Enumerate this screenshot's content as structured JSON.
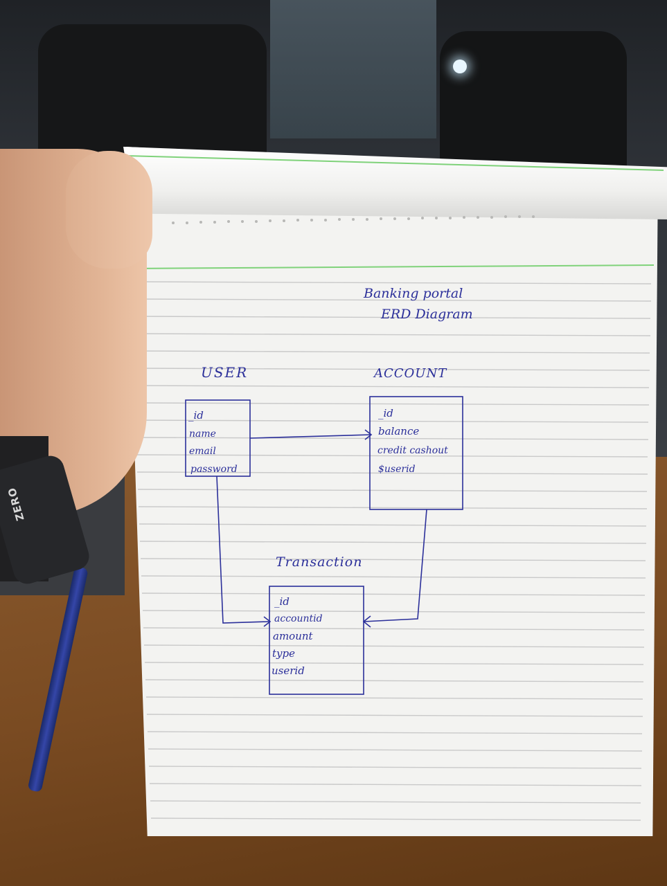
{
  "colors": {
    "ink": "#2b2f9a",
    "ruled_line": "#c9c9c9",
    "margin_green": "#7fd27a",
    "paper": "#f3f3f1"
  },
  "watch": {
    "brand": "ZERO"
  },
  "diagram": {
    "title": "Banking portal",
    "subtitle": "ERD Diagram",
    "entities": {
      "user": {
        "label": "USER",
        "fields": [
          "_id",
          "name",
          "email",
          "password"
        ]
      },
      "account": {
        "label": "ACCOUNT",
        "fields": [
          "_id",
          "balance",
          "credit cashout",
          "$userid"
        ]
      },
      "transaction": {
        "label": "Transaction",
        "fields": [
          "_id",
          "accountid",
          "amount",
          "type",
          "userid"
        ]
      }
    },
    "relationships": [
      {
        "from": "user",
        "to": "account"
      },
      {
        "from": "user",
        "to": "transaction"
      },
      {
        "from": "account",
        "to": "transaction"
      }
    ]
  }
}
